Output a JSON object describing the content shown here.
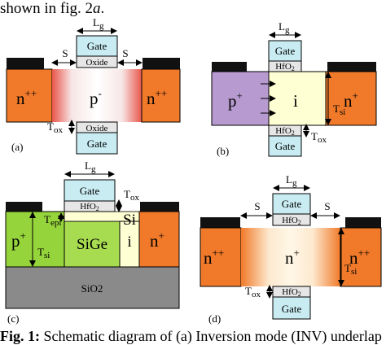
{
  "intro": {
    "text": "shown in fig. 2",
    "fig_letter": "a",
    "end": "."
  },
  "caption": {
    "label": "Fig. 1:",
    "text": " Schematic diagram of (a) Inversion mode (INV) underlap"
  },
  "panel_a": {
    "tag": "(a)",
    "gate_top": "Gate",
    "oxide_top": "Oxide",
    "gate_bottom": "Gate",
    "oxide_bottom": "Oxide",
    "lg": "L",
    "lg_sub": "g",
    "s_left": "S",
    "s_right": "S",
    "source": "n",
    "source_sup": "++",
    "channel": "p",
    "channel_sup": "-",
    "drain": "n",
    "drain_sup": "++",
    "tox": "T",
    "tox_sub": "ox"
  },
  "panel_b": {
    "tag": "(b)",
    "gate_top": "Gate",
    "ox_top": "HfO",
    "ox_top_sub": "2",
    "gate_bottom": "Gate",
    "ox_bottom": "HfO",
    "ox_bottom_sub": "2",
    "lg": "L",
    "lg_sub": "g",
    "source": "p",
    "source_sup": "+",
    "channel": "i",
    "drain": "n",
    "drain_sup": "+",
    "tsi": "T",
    "tsi_sub": "si",
    "tox": "T",
    "tox_sub": "ox"
  },
  "panel_c": {
    "tag": "(c)",
    "gate": "Gate",
    "ox": "HfO",
    "ox_sub": "2",
    "lg": "L",
    "lg_sub": "g",
    "tox": "T",
    "tox_sub": "ox",
    "tepi": "T",
    "tepi_sub": "epi",
    "source": "p",
    "source_sup": "+",
    "sige": "SiGe",
    "si_top": "Si",
    "si_bottom": "i",
    "drain": "n",
    "drain_sup": "+",
    "tsi": "T",
    "tsi_sub": "si",
    "box": "SiO2"
  },
  "panel_d": {
    "tag": "(d)",
    "gate_top": "Gate",
    "ox_top": "HfO",
    "ox_top_sub": "2",
    "gate_bottom": "Gate",
    "ox_bottom": "HfO",
    "ox_bottom_sub": "2",
    "lg": "L",
    "lg_sub": "g",
    "s_left": "S",
    "s_right": "S",
    "source": "n",
    "source_sup": "++",
    "channel": "n",
    "channel_sup": "+",
    "drain": "n",
    "drain_sup": "++",
    "tsi": "T",
    "tsi_sub": "si",
    "tox": "T",
    "tox_sub": "ox"
  },
  "colors": {
    "contact": "#111111",
    "n_plus": "#f07a2a",
    "n_plus_light": "#fde9cf",
    "p_plus_purple": "#b79ad0",
    "intrinsic": "#ffffd4",
    "p_plus_green": "#96d43c",
    "sige_green": "#a8dc50",
    "buried_oxide": "#8a8a8a",
    "gate": "#c8ecf2",
    "oxide": "#e6e6e6",
    "channel_p_minus": "#f7e9e9"
  }
}
